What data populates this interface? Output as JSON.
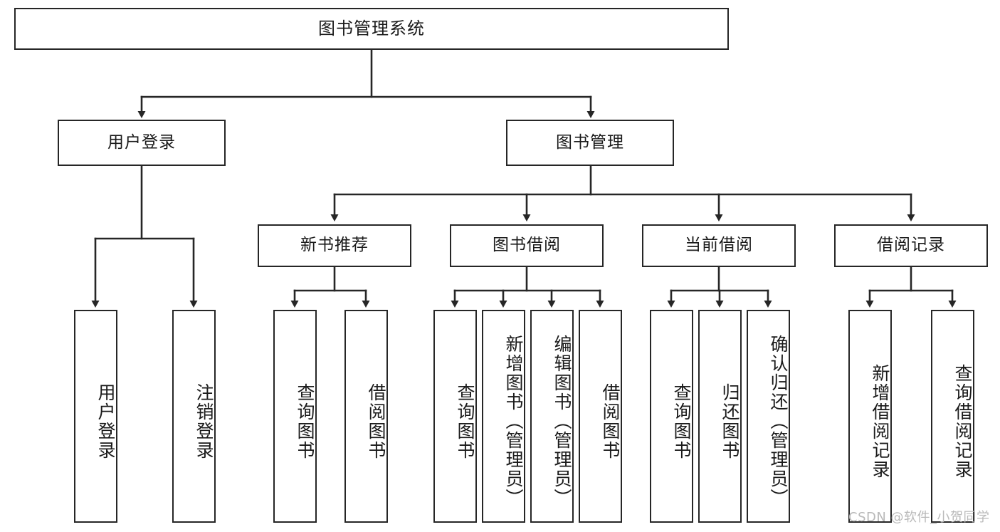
{
  "diagram": {
    "title": "图书管理系统",
    "watermark": "CSDN @软件_小贺同学",
    "line_color": "#262626",
    "box_border_color": "#262626",
    "box_fill_color": "#ffffff",
    "text_color": "#1a1a1a",
    "background": "#ffffff"
  },
  "nodes": {
    "root": {
      "label": "图书管理系统"
    },
    "level2": [
      {
        "label": "用户登录"
      },
      {
        "label": "图书管理"
      }
    ],
    "level3": [
      {
        "label": "新书推荐"
      },
      {
        "label": "图书借阅"
      },
      {
        "label": "当前借阅"
      },
      {
        "label": "借阅记录"
      }
    ],
    "leaves": {
      "user_login": [
        {
          "label": "用户登录"
        },
        {
          "label": "注销登录"
        }
      ],
      "new_book_recommend": [
        {
          "label": "查询图书"
        },
        {
          "label": "借阅图书"
        }
      ],
      "book_borrow": [
        {
          "label": "查询图书"
        },
        {
          "label": "新增图书（管理员）"
        },
        {
          "label": "编辑图书（管理员）"
        },
        {
          "label": "借阅图书"
        }
      ],
      "current_borrow": [
        {
          "label": "查询图书"
        },
        {
          "label": "归还图书"
        },
        {
          "label": "确认归还（管理员）"
        }
      ],
      "borrow_record": [
        {
          "label": "新增借阅记录"
        },
        {
          "label": "查询借阅记录"
        }
      ]
    }
  }
}
